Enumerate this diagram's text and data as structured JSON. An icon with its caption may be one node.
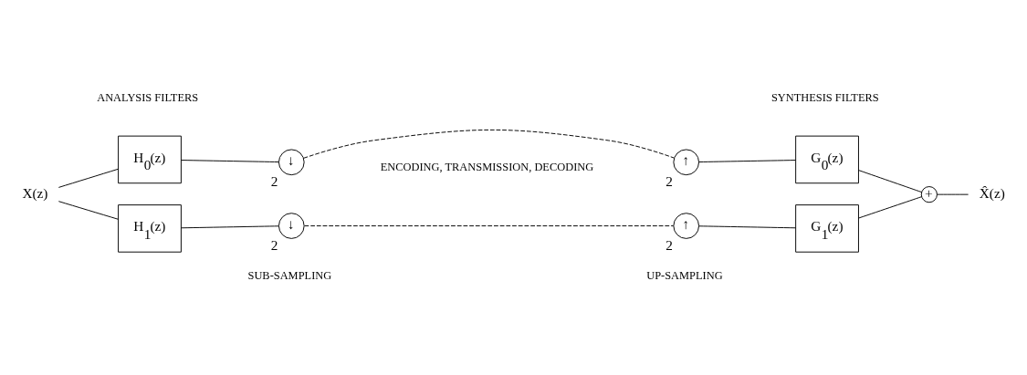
{
  "diagram": {
    "nodes": [
      {
        "text": [
          "X(z)"
        ]
      },
      {
        "text": [
          "H$_{0}$(z)"
        ]
      },
      {
        "text": [
          "H$_{1}$(z)"
        ]
      },
      {
        "text": [
          "↓"
        ],
        "beside": [
          "2"
        ]
      },
      {
        "text": [
          "↓"
        ],
        "beside": [
          "2"
        ]
      },
      {
        "text": [
          "↑"
        ],
        "beside": [
          "2"
        ]
      },
      {
        "text": [
          "↑"
        ],
        "beside": [
          "2"
        ]
      },
      {
        "text": [
          "G$_{0}$(z)"
        ]
      },
      {
        "text": [
          "G$_{1}$(z)"
        ]
      },
      {
        "text": [
          "+"
        ]
      },
      {
        "text": [
          "X̂(z)"
        ]
      }
    ],
    "edges": [
      {
        "from": 0,
        "to": 1,
        "arrow": "none"
      },
      {
        "from": 0,
        "to": 2,
        "arrow": "none"
      },
      {
        "from": 1,
        "to": 3,
        "arrow": "none"
      },
      {
        "from": 2,
        "to": 4,
        "arrow": "none"
      },
      {
        "from": 3,
        "to": 5,
        "arrow": "none",
        "style": "dashed"
      },
      {
        "from": 4,
        "to": 6,
        "arrow": "none",
        "style": "dashed"
      },
      {
        "from": 5,
        "to": 7,
        "arrow": "none"
      },
      {
        "from": 6,
        "to": 8,
        "arrow": "none"
      },
      {
        "from": 7,
        "to": 9,
        "arrow": "none"
      },
      {
        "from": 8,
        "to": 9,
        "arrow": "none"
      },
      {
        "from": 9,
        "to": 10,
        "arrow": "none"
      }
    ],
    "labels": [
      "ANALYSIS FILTERS",
      "ENCODING, TRANSMISSION, DECODING",
      "SYNTHESIS FILTERS",
      "SUB-SAMPLING",
      "UP-SAMPLING"
    ]
  }
}
